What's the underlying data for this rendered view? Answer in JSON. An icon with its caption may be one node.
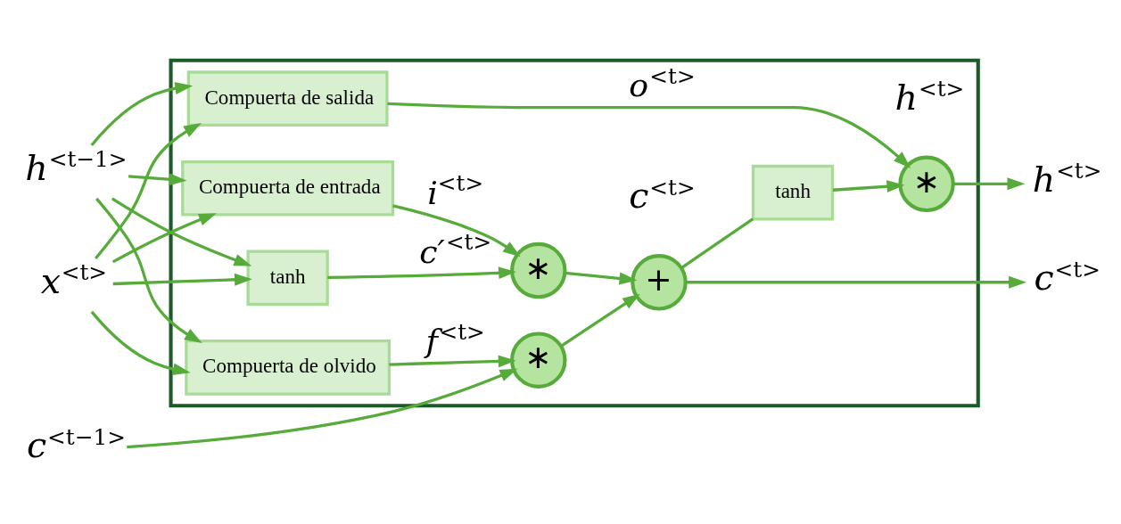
{
  "diagram": {
    "nodes": [
      {
        "text": [],
        "shape": "box"
      },
      {
        "text": [
          "c$^{<t−1>}$"
        ]
      },
      {
        "text": [
          "∗"
        ],
        "in": 0
      },
      {
        "text": [
          "+"
        ],
        "in": 0,
        "beside": [
          "c$^{<t>}$"
        ]
      },
      {
        "text": [
          "tanh"
        ],
        "in": 0
      },
      {
        "text": [
          "∗"
        ],
        "in": 0
      },
      {
        "text": [
          "∗"
        ],
        "in": 0,
        "beside": [
          "h$^{<t>}$"
        ]
      },
      {
        "text": [
          "Compuerta de olvido"
        ],
        "in": 0
      },
      {
        "text": [
          "Compuerta de entrada"
        ],
        "in": 0
      },
      {
        "text": [
          "tanh"
        ],
        "in": 0
      },
      {
        "text": [
          "Compuerta de salida"
        ],
        "in": 0
      },
      {
        "text": [
          "c$^{<t>}$"
        ]
      },
      {
        "text": [
          "h$^{<t−1>}$"
        ]
      },
      {
        "text": [
          "x$^{<t>}$"
        ]
      },
      {
        "text": [
          "h$^{<t>}$"
        ]
      }
    ],
    "edges": [
      {
        "from": 1,
        "to": 2,
        "arrow": "to"
      },
      {
        "from": 2,
        "to": 3,
        "arrow": "to"
      },
      {
        "from": 3,
        "to": 11,
        "arrow": "to"
      },
      {
        "from": 3,
        "to": 4,
        "arrow": "none"
      },
      {
        "from": 4,
        "to": 6,
        "arrow": "to"
      },
      {
        "from": 7,
        "to": 2,
        "arrow": "to",
        "label": "f$^{<t>}$"
      },
      {
        "from": 5,
        "to": 3,
        "arrow": "to"
      },
      {
        "from": 8,
        "to": 5,
        "arrow": "to",
        "label": "i$^{<t>}$"
      },
      {
        "from": 9,
        "to": 5,
        "arrow": "to",
        "label": "c′$^{<t>}$"
      },
      {
        "from": 10,
        "to": 6,
        "arrow": "to",
        "label": "o$^{<t>}$"
      },
      {
        "from": 6,
        "to": 14,
        "arrow": "to"
      },
      {
        "from": 12,
        "to": 7,
        "arrow": "to"
      },
      {
        "from": 12,
        "to": 8,
        "arrow": "to"
      },
      {
        "from": 12,
        "to": 9,
        "arrow": "to"
      },
      {
        "from": 12,
        "to": 10,
        "arrow": "to"
      },
      {
        "from": 13,
        "to": 7,
        "arrow": "to"
      },
      {
        "from": 13,
        "to": 8,
        "arrow": "to"
      },
      {
        "from": 13,
        "to": 9,
        "arrow": "to"
      },
      {
        "from": 13,
        "to": 10,
        "arrow": "to"
      }
    ]
  }
}
